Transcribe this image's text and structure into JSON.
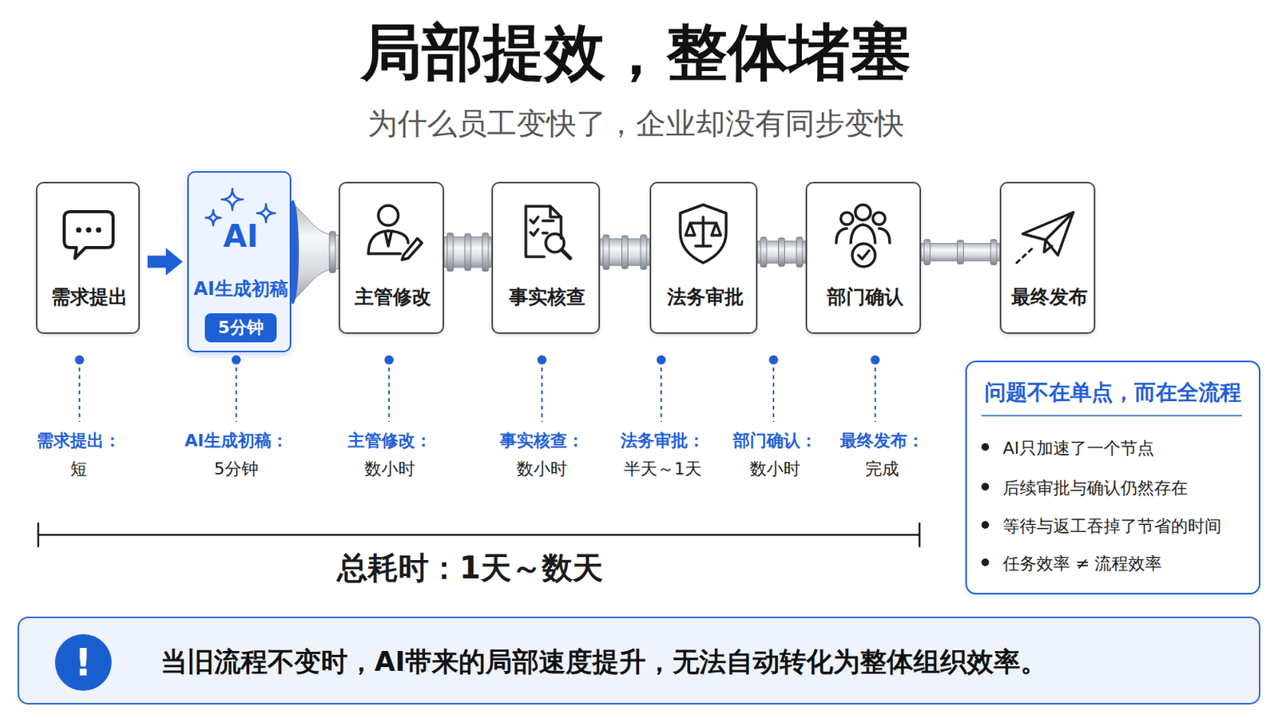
{
  "diagram": {
    "title": "局部提效，整体堵塞",
    "nodes": [
      {
        "text": [
          "需求提出"
        ]
      },
      {
        "text": [
          "AI",
          "AI生成初稿"
        ]
      },
      {
        "text": [
          "5分钟"
        ],
        "in": 1
      },
      {
        "text": [
          "主管修改"
        ]
      },
      {
        "text": [
          "事实核查"
        ]
      },
      {
        "text": [
          "法务审批"
        ]
      },
      {
        "text": [
          "部门确认"
        ]
      },
      {
        "text": [
          "最终发布"
        ]
      },
      {
        "text": [
          "问题不在单点，而在全流程",
          "AI只加速了一个节点",
          "后续审批与确认仍然存在",
          "等待与返工吞掉了节省的时间",
          "任务效率 ≠ 流程效率"
        ]
      },
      {
        "text": [
          "当旧流程不变时，AI带来的局部速度提升，无法自动转化为整体组织效率。"
        ]
      },
      {
        "text": [
          "!"
        ],
        "in": 9
      }
    ],
    "edges": [
      {
        "from": 0,
        "to": 1,
        "arrow": "to"
      },
      {
        "from": 1,
        "to": 3,
        "arrow": "none"
      },
      {
        "from": 3,
        "to": 4,
        "arrow": "none"
      },
      {
        "from": 4,
        "to": 5,
        "arrow": "none"
      },
      {
        "from": 5,
        "to": 6,
        "arrow": "none"
      },
      {
        "from": 6,
        "to": 7,
        "arrow": "none"
      }
    ],
    "labels": [
      "为什么员工变快了，企业却没有同步变快",
      "需求提出：",
      "短",
      "AI生成初稿：",
      "5分钟",
      "主管修改：",
      "数小时",
      "事实核查：",
      "数小时",
      "法务审批：",
      "半天～1天",
      "部门确认：",
      "数小时",
      "最终发布：",
      "完成",
      "总耗时：1天～数天"
    ]
  }
}
